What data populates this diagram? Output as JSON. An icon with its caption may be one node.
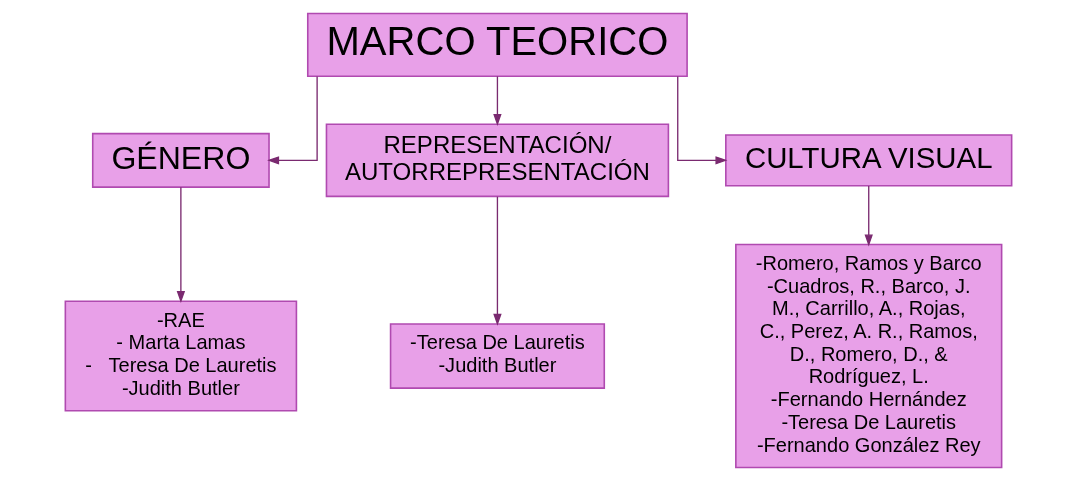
{
  "diagram": {
    "nodes": [
      {
        "text": [
          "MARCO TEORICO"
        ]
      },
      {
        "text": [
          "GÉNERO"
        ]
      },
      {
        "text": [
          "REPRESENTACIÓN/ AUTORREPRESENTACIÓN"
        ]
      },
      {
        "text": [
          "CULTURA VISUAL"
        ]
      },
      {
        "text": [
          "-RAE",
          "- Marta Lamas",
          "-   Teresa De Lauretis",
          "-Judith Butler"
        ]
      },
      {
        "text": [
          "-Teresa De Lauretis",
          "-Judith Butler"
        ]
      },
      {
        "text": [
          "-Romero, Ramos y Barco",
          "-Cuadros, R., Barco, J. M., Carrillo, A., Rojas, C., Perez, A. R., Ramos, D., Romero, D., & Rodríguez, L.",
          "-Fernando Hernández",
          "-Teresa De Lauretis",
          "-Fernando González Rey"
        ]
      }
    ],
    "edges": [
      {
        "from": 0,
        "to": 1,
        "arrow": "to"
      },
      {
        "from": 0,
        "to": 2,
        "arrow": "to"
      },
      {
        "from": 0,
        "to": 3,
        "arrow": "to"
      },
      {
        "from": 1,
        "to": 4,
        "arrow": "to"
      },
      {
        "from": 2,
        "to": 5,
        "arrow": "to"
      },
      {
        "from": 3,
        "to": 6,
        "arrow": "to"
      }
    ]
  }
}
